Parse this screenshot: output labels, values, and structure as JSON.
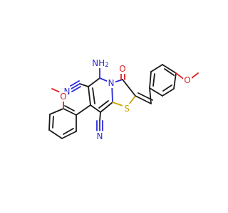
{
  "colors": {
    "carbon_bond": "#1a1a1a",
    "nitrogen": "#2a2ad6",
    "oxygen": "#e02020",
    "sulfur": "#c8a200",
    "background": "#ffffff"
  },
  "atoms": {
    "amino": "NH2",
    "nitrile_n_top": "N",
    "nitrile_n_bottom": "N",
    "ring_n": "N",
    "carbonyl_o": "O",
    "ring_s": "S",
    "methoxy_o_left": "O",
    "methoxy_o_right": "O"
  }
}
